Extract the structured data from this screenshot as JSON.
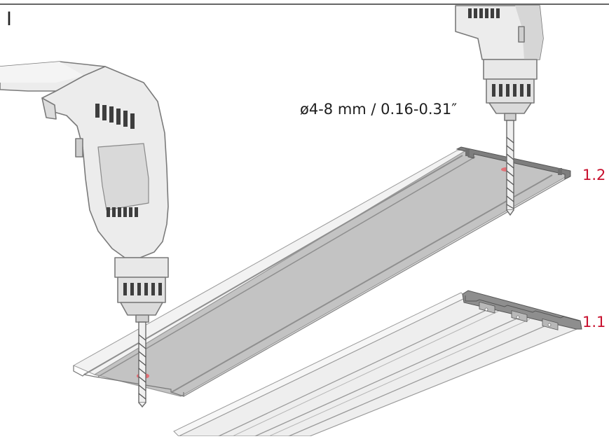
{
  "step": {
    "label": "I"
  },
  "drill_spec": {
    "text": "ø4-8 mm / 0.16-0.31″"
  },
  "parts": [
    {
      "id": "1.2",
      "label": "1.2"
    },
    {
      "id": "1.1",
      "label": "1.1"
    }
  ],
  "colors": {
    "accent_red": "#c8102e",
    "marker_red": "#e8636a",
    "drill_body": "#ececec",
    "drill_outline": "#7a7a7a",
    "profile_face": "#c3c3c3",
    "profile_rail": "#eeeeee",
    "profile_edge": "#9c9c9c"
  },
  "icons": [
    "power-drill-icon",
    "drill-bit-icon",
    "aluminium-profile-icon",
    "diffuser-cover-icon"
  ]
}
